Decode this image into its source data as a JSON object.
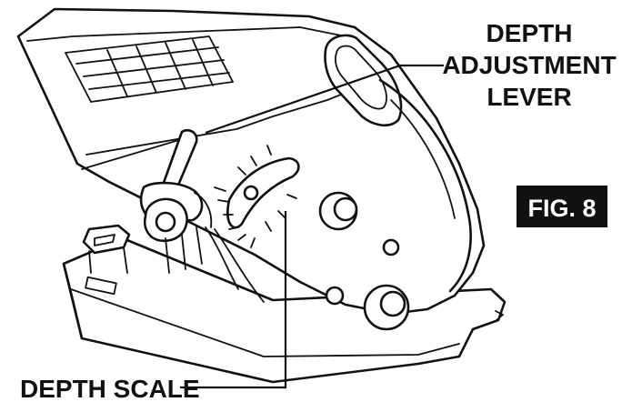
{
  "labels": {
    "lever_line1": "DEPTH",
    "lever_line2": "ADJUSTMENT",
    "lever_line3": "LEVER",
    "depth_scale": "DEPTH SCALE",
    "figure": "FIG. 8"
  },
  "colors": {
    "ink": "#111111",
    "badge_background": "#111111",
    "badge_text": "#ffffff",
    "paper": "#ffffff"
  }
}
